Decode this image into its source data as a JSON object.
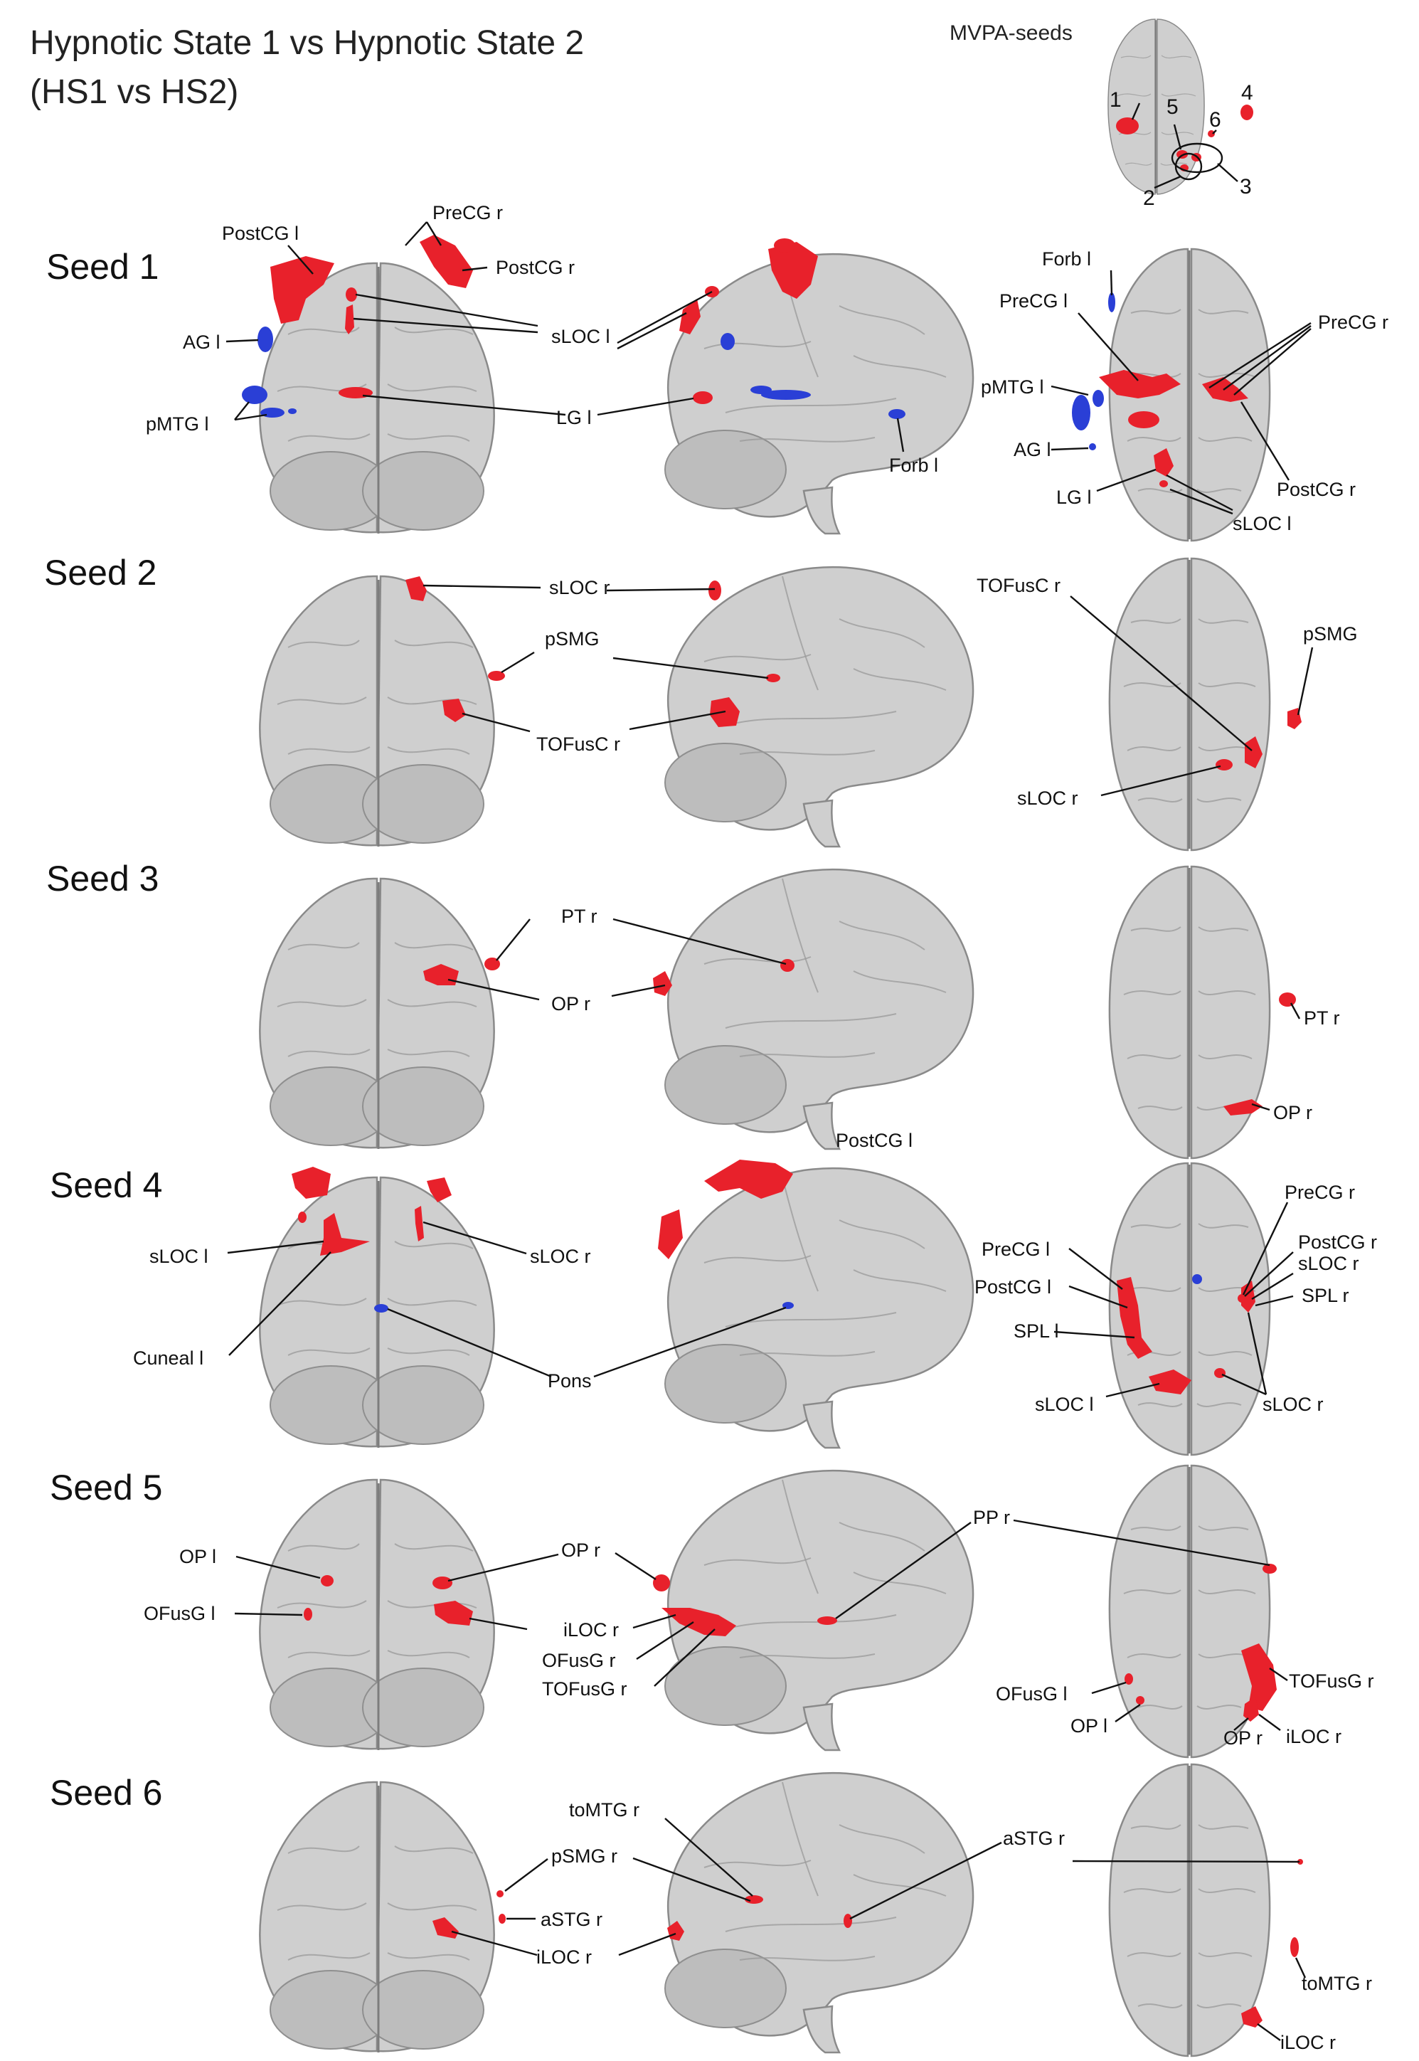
{
  "title": {
    "line1": "Hypnotic State 1 vs Hypnotic State 2",
    "line2": "(HS1 vs HS2)"
  },
  "mvpa": {
    "label": "MVPA-seeds",
    "numbers": [
      "1",
      "2",
      "3",
      "4",
      "5",
      "6"
    ]
  },
  "colors": {
    "increase": "#e8212b",
    "decrease": "#2a3fd6",
    "brain": "#cfcfcf"
  },
  "seeds": [
    {
      "name": "Seed 1",
      "posterior_labels": [
        "PostCG l",
        "PreCG r",
        "PostCG r",
        "AG l",
        "sLOC l",
        "pMTG l",
        "LG l"
      ],
      "lateral_labels": [
        "Forb l"
      ],
      "axial_labels": [
        "Forb l",
        "PreCG l",
        "PreCG r",
        "pMTG l",
        "AG l",
        "LG l",
        "PostCG r",
        "sLOC l"
      ]
    },
    {
      "name": "Seed 2",
      "posterior_labels": [
        "sLOC r",
        "pSMG",
        "TOFusC r"
      ],
      "lateral_labels": [],
      "axial_labels": [
        "TOFusC r",
        "pSMG",
        "sLOC r"
      ]
    },
    {
      "name": "Seed 3",
      "posterior_labels": [
        "PT r",
        "OP r"
      ],
      "lateral_labels": [],
      "axial_labels": [
        "PT r",
        "OP r"
      ]
    },
    {
      "name": "Seed 4",
      "posterior_labels": [
        "sLOC l",
        "sLOC r",
        "Cuneal l",
        "Pons"
      ],
      "lateral_labels": [
        "PostCG l"
      ],
      "axial_labels": [
        "PreCG r",
        "PostCG r",
        "PreCG l",
        "sLOC r",
        "PostCG l",
        "SPL r",
        "SPL l",
        "sLOC l",
        "sLOC r"
      ]
    },
    {
      "name": "Seed 5",
      "posterior_labels": [
        "OP l",
        "OP r",
        "OFusG l",
        "iLOC r",
        "OFusG r",
        "TOFusG r"
      ],
      "lateral_labels": [
        "PP r"
      ],
      "axial_labels": [
        "TOFusG r",
        "OFusG l",
        "OP l",
        "iLOC r",
        "OP r"
      ]
    },
    {
      "name": "Seed 6",
      "posterior_labels": [
        "toMTG r",
        "pSMG r",
        "aSTG r",
        "iLOC r"
      ],
      "lateral_labels": [
        "aSTG r"
      ],
      "axial_labels": [
        "toMTG r",
        "iLOC r"
      ]
    }
  ]
}
